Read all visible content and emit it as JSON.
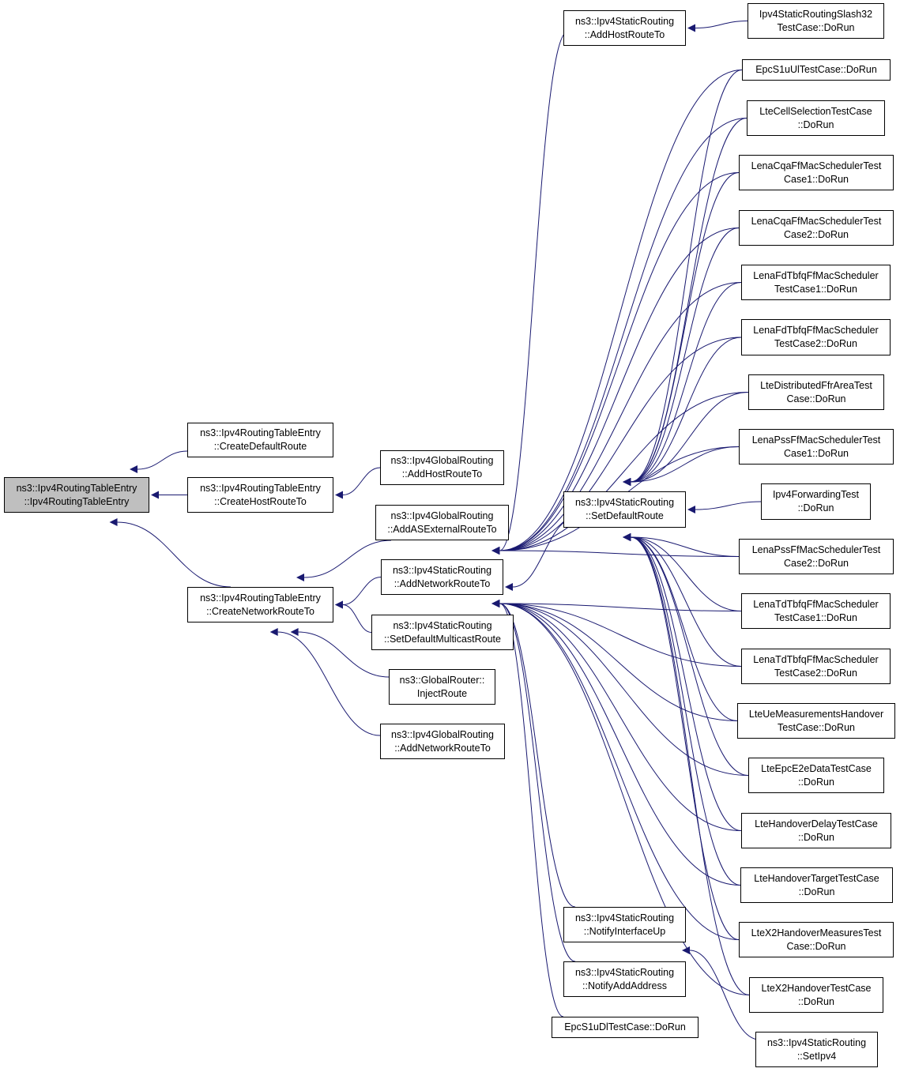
{
  "colors": {
    "edge": "#191970",
    "root_fill": "#bfbfbf",
    "node_fill": "#ffffff",
    "node_border": "#000000"
  },
  "nodes": {
    "root": [
      "ns3::Ipv4RoutingTableEntry",
      "::Ipv4RoutingTableEntry"
    ],
    "createDefault": [
      "ns3::Ipv4RoutingTableEntry",
      "::CreateDefaultRoute"
    ],
    "createHost": [
      "ns3::Ipv4RoutingTableEntry",
      "::CreateHostRouteTo"
    ],
    "createNetwork": [
      "ns3::Ipv4RoutingTableEntry",
      "::CreateNetworkRouteTo"
    ],
    "globalAddHost": [
      "ns3::Ipv4GlobalRouting",
      "::AddHostRouteTo"
    ],
    "globalAddAS": [
      "ns3::Ipv4GlobalRouting",
      "::AddASExternalRouteTo"
    ],
    "staticAddNetwork": [
      "ns3::Ipv4StaticRouting",
      "::AddNetworkRouteTo"
    ],
    "staticSetDefMcast": [
      "ns3::Ipv4StaticRouting",
      "::SetDefaultMulticastRoute"
    ],
    "globalRouterInject": [
      "ns3::GlobalRouter::",
      "InjectRoute"
    ],
    "globalAddNetwork": [
      "ns3::Ipv4GlobalRouting",
      "::AddNetworkRouteTo"
    ],
    "staticAddHost": [
      "ns3::Ipv4StaticRouting",
      "::AddHostRouteTo"
    ],
    "staticSetDefault": [
      "ns3::Ipv4StaticRouting",
      "::SetDefaultRoute"
    ],
    "staticNotifyUp": [
      "ns3::Ipv4StaticRouting",
      "::NotifyInterfaceUp"
    ],
    "staticNotifyAdd": [
      "ns3::Ipv4StaticRouting",
      "::NotifyAddAddress"
    ],
    "epcDl": [
      "EpcS1uDlTestCase::DoRun"
    ],
    "slash32": [
      "Ipv4StaticRoutingSlash32",
      "TestCase::DoRun"
    ],
    "epcUl": [
      "EpcS1uUlTestCase::DoRun"
    ],
    "cellSel": [
      "LteCellSelectionTestCase",
      "::DoRun"
    ],
    "cqa1": [
      "LenaCqaFfMacSchedulerTest",
      "Case1::DoRun"
    ],
    "cqa2": [
      "LenaCqaFfMacSchedulerTest",
      "Case2::DoRun"
    ],
    "fdtb1": [
      "LenaFdTbfqFfMacScheduler",
      "TestCase1::DoRun"
    ],
    "fdtb2": [
      "LenaFdTbfqFfMacScheduler",
      "TestCase2::DoRun"
    ],
    "ffr": [
      "LteDistributedFfrAreaTest",
      "Case::DoRun"
    ],
    "pss1": [
      "LenaPssFfMacSchedulerTest",
      "Case1::DoRun"
    ],
    "fwd": [
      "Ipv4ForwardingTest",
      "::DoRun"
    ],
    "pss2": [
      "LenaPssFfMacSchedulerTest",
      "Case2::DoRun"
    ],
    "tdtb1": [
      "LenaTdTbfqFfMacScheduler",
      "TestCase1::DoRun"
    ],
    "tdtb2": [
      "LenaTdTbfqFfMacScheduler",
      "TestCase2::DoRun"
    ],
    "ueMeas": [
      "LteUeMeasurementsHandover",
      "TestCase::DoRun"
    ],
    "e2e": [
      "LteEpcE2eDataTestCase",
      "::DoRun"
    ],
    "hoDelay": [
      "LteHandoverDelayTestCase",
      "::DoRun"
    ],
    "hoTarget": [
      "LteHandoverTargetTestCase",
      "::DoRun"
    ],
    "x2Meas": [
      "LteX2HandoverMeasuresTest",
      "Case::DoRun"
    ],
    "x2Ho": [
      "LteX2HandoverTestCase",
      "::DoRun"
    ],
    "setIpv4": [
      "ns3::Ipv4StaticRouting",
      "::SetIpv4"
    ]
  }
}
